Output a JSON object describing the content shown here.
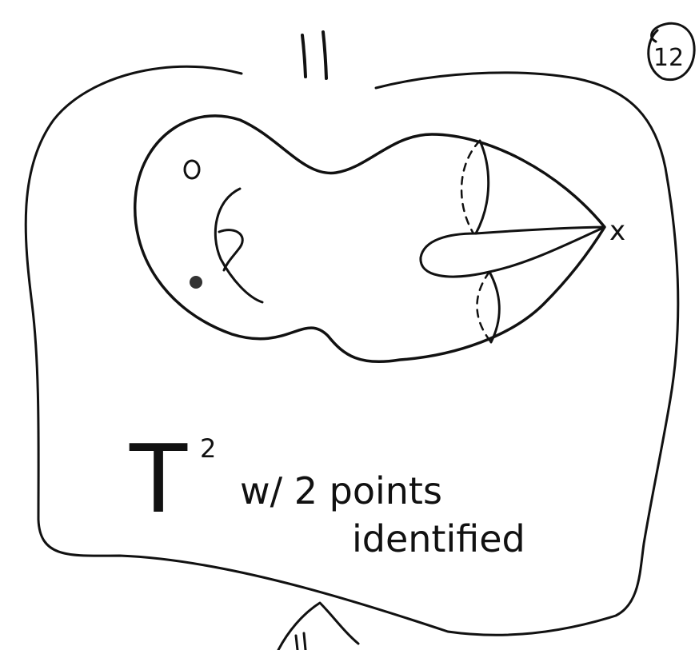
{
  "page": {
    "page_number": "12",
    "equals_sign": "||",
    "caption_symbol": "T",
    "caption_exponent": "2",
    "caption_line1": "w/ 2 points",
    "caption_line2": "identified",
    "point_label": "x"
  }
}
